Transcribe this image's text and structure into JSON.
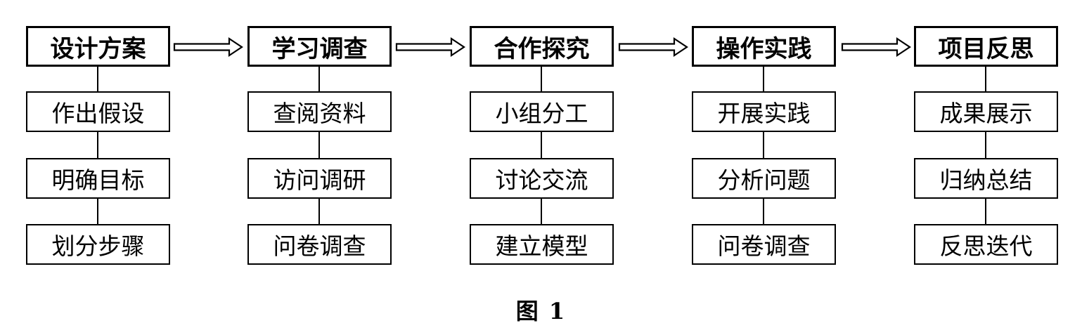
{
  "stages": [
    {
      "title": "设计方案",
      "steps": [
        "作出假设",
        "明确目标",
        "划分步骤"
      ]
    },
    {
      "title": "学习调查",
      "steps": [
        "查阅资料",
        "访问调研",
        "问卷调查"
      ]
    },
    {
      "title": "合作探究",
      "steps": [
        "小组分工",
        "讨论交流",
        "建立模型"
      ]
    },
    {
      "title": "操作实践",
      "steps": [
        "开展实践",
        "分析问题",
        "问卷调查"
      ]
    },
    {
      "title": "项目反思",
      "steps": [
        "成果展示",
        "归纳总结",
        "反思迭代"
      ]
    }
  ],
  "caption": "图 1"
}
